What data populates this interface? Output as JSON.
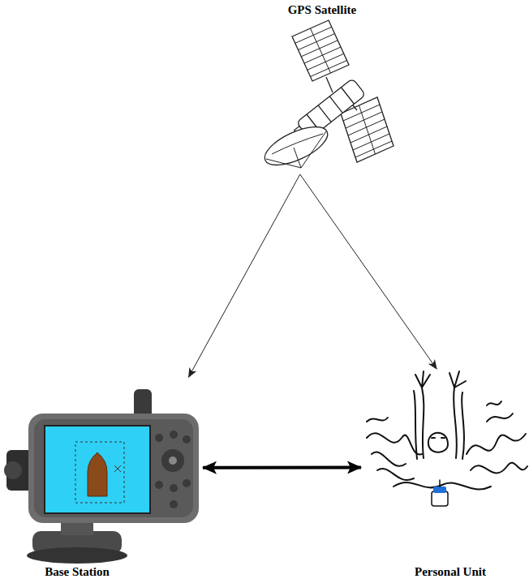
{
  "diagram": {
    "nodes": [
      {
        "text": [
          "GPS Satellite"
        ]
      },
      {
        "text": [
          "Base Station"
        ]
      },
      {
        "text": [
          "Personal Unit"
        ]
      }
    ],
    "edges": [
      {
        "from": 0,
        "to": 1,
        "arrow": "to"
      },
      {
        "from": 0,
        "to": 2,
        "arrow": "to"
      },
      {
        "from": 1,
        "to": 2,
        "arrow": "both"
      }
    ]
  }
}
